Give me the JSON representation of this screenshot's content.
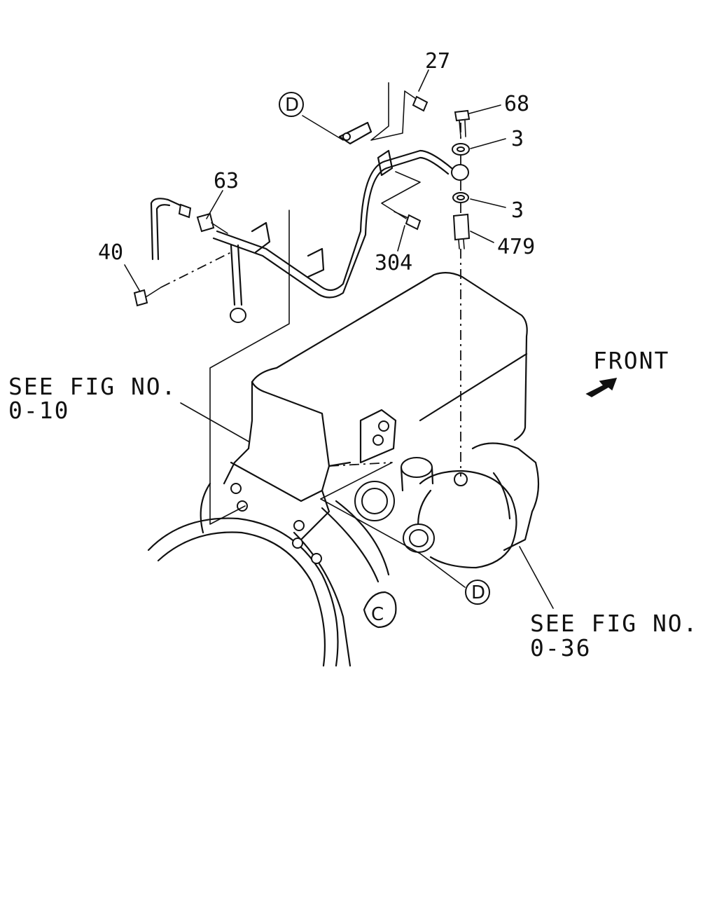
{
  "part_labels": {
    "p27": "27",
    "p68": "68",
    "p3a": "3",
    "p3b": "3",
    "p479": "479",
    "p63": "63",
    "p40": "40",
    "p304": "304"
  },
  "ref_markers": {
    "top": "D",
    "bottom": "D"
  },
  "notes": {
    "left_line1": "SEE FIG NO.",
    "left_line2": "0-10",
    "right_line1": "SEE FIG NO.",
    "right_line2": "0-36"
  },
  "direction": {
    "label": "FRONT",
    "icon": "arrow-front-icon"
  }
}
